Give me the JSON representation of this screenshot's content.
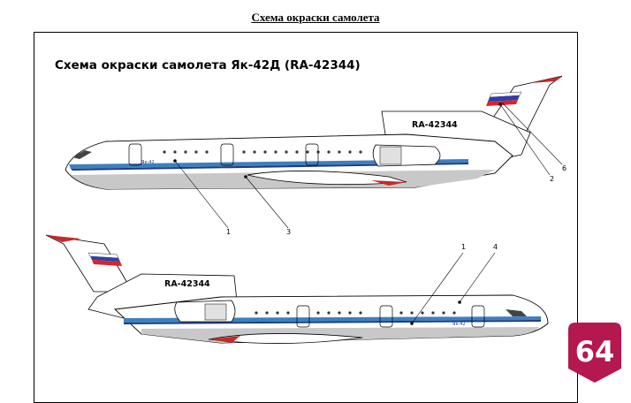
{
  "page": {
    "heading": "Схема окраски самолета"
  },
  "scheme": {
    "title": "Схема окраски самолета Як-42Д (RA-42344)"
  },
  "aircraft_top": {
    "registration": "RA-42344",
    "nose_marking": "Як-42",
    "callouts": [
      "1",
      "2",
      "3",
      "6"
    ]
  },
  "aircraft_bottom": {
    "registration": "RA-42344",
    "nose_marking": "Як-42",
    "callouts": [
      "1",
      "4"
    ]
  },
  "badge": {
    "text": "64",
    "color": "#b5174f"
  },
  "colors": {
    "stripe_blue": "#3d7fc1",
    "stripe_dark": "#1d3d7a",
    "belly_grey": "#c8c8c8",
    "flag_white": "#ffffff",
    "flag_blue": "#2b3fb0",
    "flag_red": "#d9242a",
    "accent_red": "#c42a2a"
  }
}
